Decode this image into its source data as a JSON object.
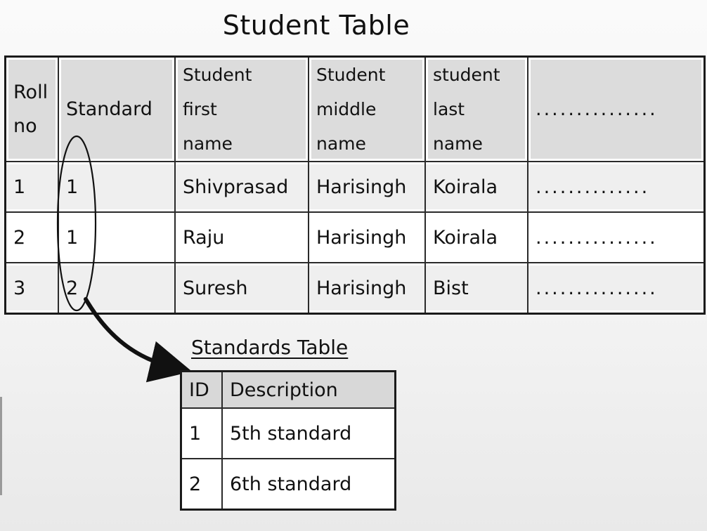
{
  "student_table": {
    "title": "Student Table",
    "headers": [
      "Roll\nno",
      "Standard",
      "Student\nfirst\nname",
      "Student\nmiddle\nname",
      "student\nlast\nname",
      "..............."
    ],
    "rows": [
      [
        "1",
        "1",
        "Shivprasad",
        "Harisingh",
        "Koirala",
        ".............."
      ],
      [
        "2",
        "1",
        "Raju",
        "Harisingh",
        "Koirala",
        "..............."
      ],
      [
        "3",
        "2",
        "Suresh",
        "Harisingh",
        "Bist",
        "..............."
      ]
    ]
  },
  "standards_table": {
    "title": "Standards Table",
    "headers": [
      "ID",
      "Description"
    ],
    "rows": [
      [
        "1",
        "5th standard"
      ],
      [
        "2",
        "6th standard"
      ]
    ]
  },
  "annotation": {
    "shape": "ellipse around Standard column values with curved arrow pointing to Standards Table",
    "color": "#111111"
  }
}
